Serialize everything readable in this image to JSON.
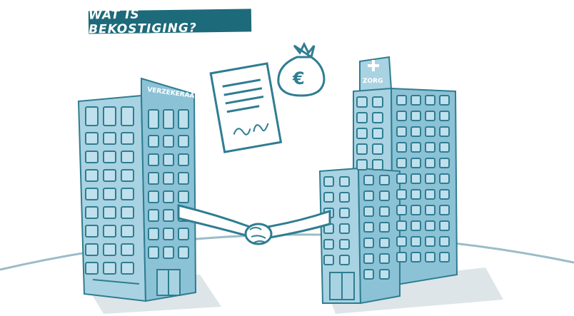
{
  "header": {
    "title": "WAT IS BEKOSTIGING?"
  },
  "left_building": {
    "sign": "VERZEKERAAR"
  },
  "right_building": {
    "sign": "ZORG"
  },
  "money_bag": {
    "symbol": "€"
  },
  "colors": {
    "badge": "#1d6a7a",
    "building_fill": "#a9d3e2",
    "building_dark": "#8cc2d6",
    "outline": "#2f7d91",
    "shadow": "#dde5e8"
  },
  "icons": [
    "contract-icon",
    "money-bag-icon",
    "handshake-icon",
    "medical-cross-icon"
  ]
}
